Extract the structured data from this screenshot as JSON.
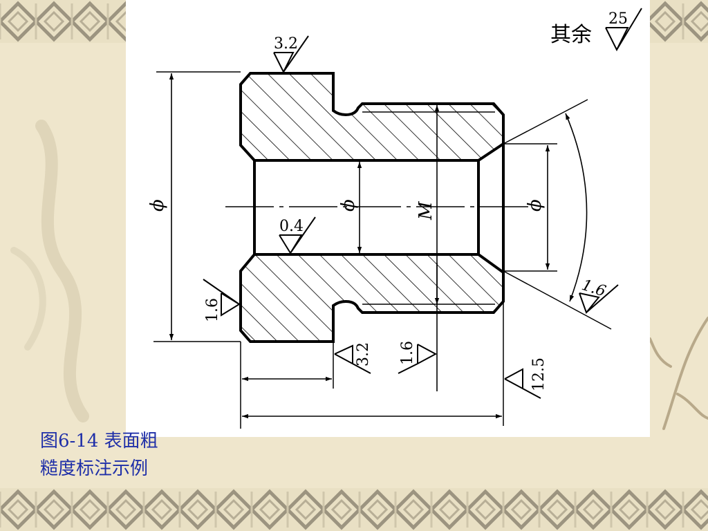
{
  "slide": {
    "caption_line1": "图6-14  表面粗",
    "caption_line2": "糙度标注示例"
  },
  "drawing": {
    "default_roughness_prefix": "其余",
    "default_roughness_value": "25",
    "roughness_values": {
      "top_flange": "3.2",
      "bore": "0.4",
      "flange_left_face": "1.6",
      "flange_right_face": "3.2",
      "thread_end_face": "1.6",
      "right_end_face": "12.5",
      "chamfer": "1.6"
    },
    "dimension_symbols": {
      "outer_diameter": "ϕ",
      "bore_diameter": "ϕ",
      "thread": "M",
      "chamfer_diameter": "ϕ"
    }
  },
  "colors": {
    "caption": "#1f2fa8",
    "background": "#efe6cc",
    "panel": "#ffffff",
    "ink": "#000000"
  }
}
